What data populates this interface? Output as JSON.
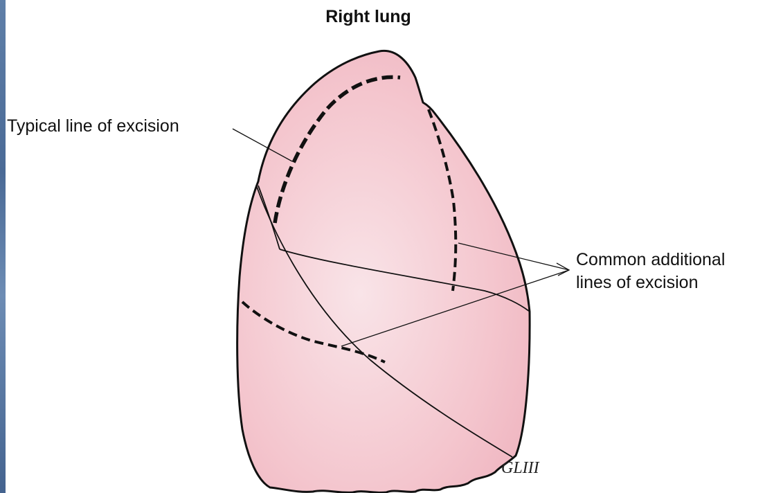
{
  "figure": {
    "title": "Right lung",
    "labels": {
      "typical": "Typical line of excision",
      "additional_line1": "Common additional",
      "additional_line2": "lines of excision"
    },
    "artist_signature": "GLIII",
    "colors": {
      "lung_fill": "#f4c4cc",
      "lung_highlight": "#f9e3e7",
      "outline": "#111111",
      "excision_line": "#111111",
      "edge_strip": "#4a6a96"
    }
  }
}
